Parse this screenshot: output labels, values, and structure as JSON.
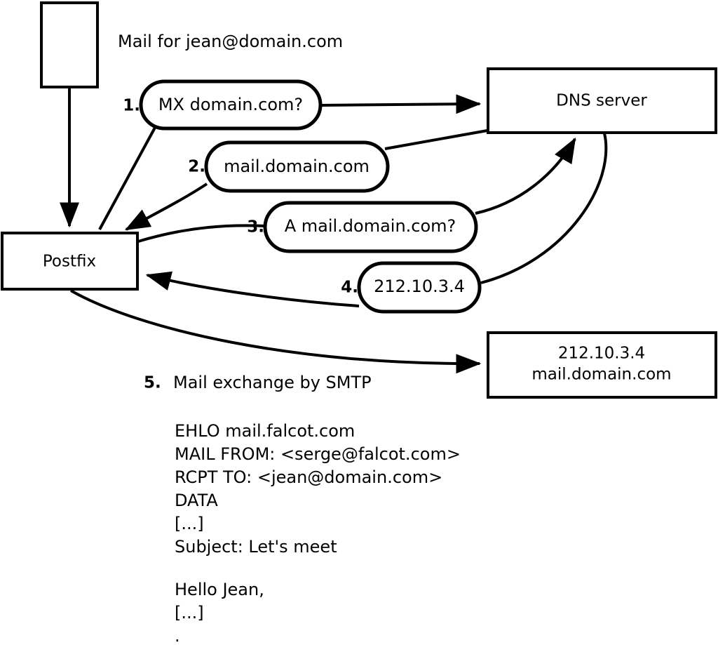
{
  "diagram": {
    "title_note": "Mail for jean@domain.com",
    "nodes": [
      {
        "id": "client",
        "label": ""
      },
      {
        "id": "postfix",
        "label": "Postfix"
      },
      {
        "id": "dns",
        "label": "DNS server"
      },
      {
        "id": "mailserver",
        "line1": "212.10.3.4",
        "line2": "mail.domain.com"
      }
    ],
    "steps": [
      {
        "num": "1.",
        "label": "MX domain.com?"
      },
      {
        "num": "2.",
        "label": "mail.domain.com"
      },
      {
        "num": "3.",
        "label": "A mail.domain.com?"
      },
      {
        "num": "4.",
        "label": "212.10.3.4"
      }
    ],
    "step5": {
      "num": "5.",
      "label": "Mail exchange by SMTP"
    },
    "transcript": [
      "EHLO mail.falcot.com",
      "MAIL FROM: <serge@falcot.com>",
      "RCPT TO: <jean@domain.com>",
      "DATA",
      "[...]",
      "Subject: Let's meet",
      "",
      "Hello Jean,",
      "[...]",
      "."
    ],
    "colors": {
      "stroke": "#000000",
      "fill": "#ffffff",
      "text": "#000000"
    }
  }
}
